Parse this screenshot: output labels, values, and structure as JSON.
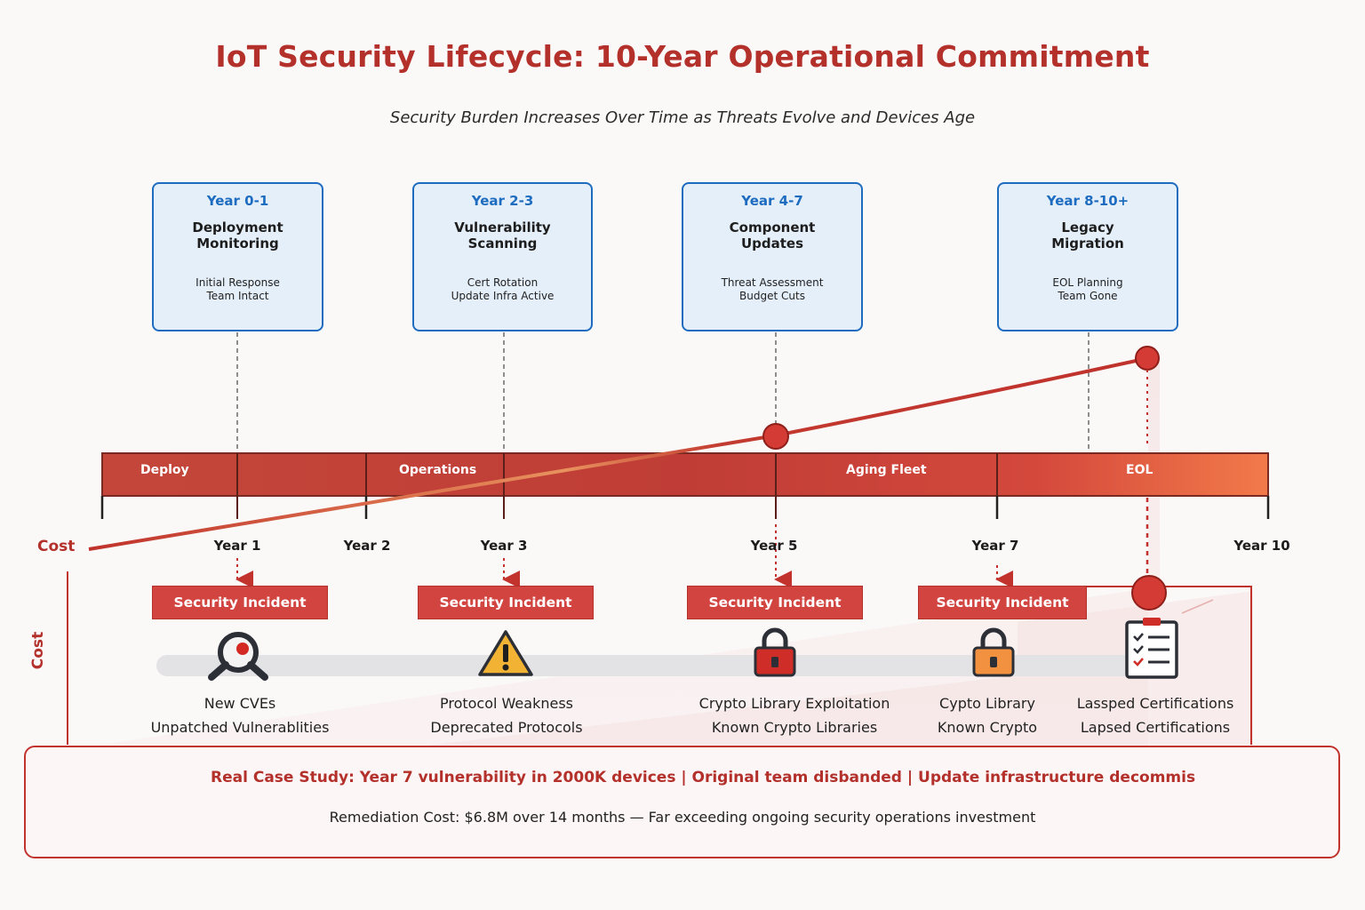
{
  "title": "IoT Security Lifecycle: 10-Year Operational Commitment",
  "subtitle": "Security Burden Increases Over Time as Threats Evolve and Devices Age",
  "phases": [
    {
      "years": "Year 0-1",
      "name_line1": "Deployment",
      "name_line2": "Monitoring",
      "detail1": "Initial Response",
      "detail2": "Team Intact"
    },
    {
      "years": "Year 2-3",
      "name_line1": "Vulnerability",
      "name_line2": "Scanning",
      "detail1": "Cert Rotation",
      "detail2": "Update Infra Active"
    },
    {
      "years": "Year 4-7",
      "name_line1": "Component",
      "name_line2": "Updates",
      "detail1": "Threat Assessment",
      "detail2": "Budget Cuts"
    },
    {
      "years": "Year 8-10+",
      "name_line1": "Legacy",
      "name_line2": "Migration",
      "detail1": "EOL Planning",
      "detail2": "Team Gone"
    }
  ],
  "stages": [
    "Deploy",
    "Operations",
    "Aging Fleet",
    "EOL"
  ],
  "ticks": [
    "Year 1",
    "Year 2",
    "Year 3",
    "Year 5",
    "Year 7",
    "Year 10"
  ],
  "cost_label": "Cost",
  "incident_label": "Security Incident",
  "risks": [
    {
      "line1": "New CVEs",
      "line2": "Unpatched Vulnerablities",
      "icon": "magnifier-icon"
    },
    {
      "line1": "Protocol Weakness",
      "line2": "Deprecated Protocols",
      "icon": "warning-icon"
    },
    {
      "line1": "Crypto Library Exploitation",
      "line2": "Known Crypto Libraries",
      "icon": "lock-icon"
    },
    {
      "line1": "Cypto Library",
      "line2": "Known Crypto",
      "icon": "unlock-icon"
    },
    {
      "line1": "Lassped Certifications",
      "line2": "Lapsed Certifications",
      "icon": "checklist-icon"
    }
  ],
  "case_study": {
    "headline": "Real Case Study: Year 7 vulnerability in 2000K devices | Original team disbanded | Update infrastructure decommis",
    "cost": "Remediation Cost: $6.8M over 14 months — Far exceeding ongoing security operations investment"
  },
  "colors": {
    "accent_red": "#b3302b",
    "card_blue": "#1e6cc0",
    "card_fill": "#e4effa",
    "incident_red": "#d24440",
    "bar_start": "#c44a3a",
    "bar_end": "#f2784b"
  }
}
